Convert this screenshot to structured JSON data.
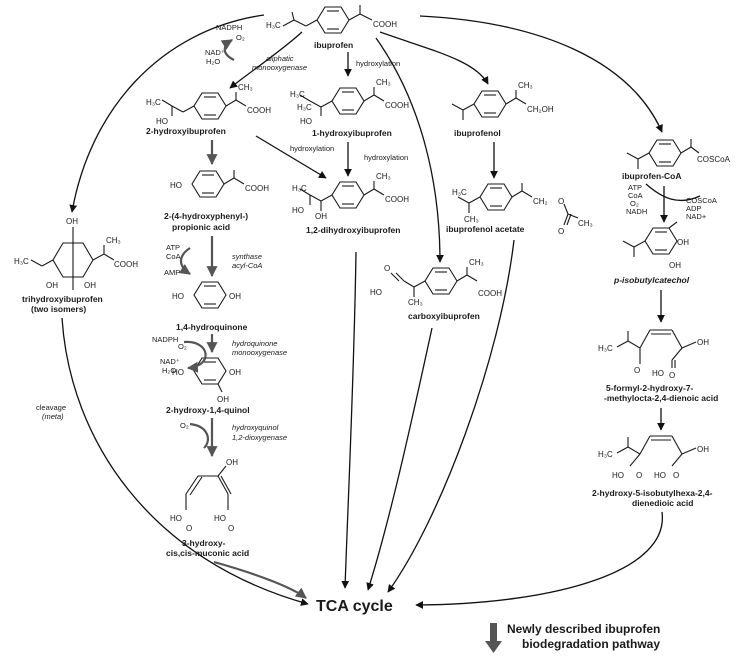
{
  "compounds": {
    "ibuprofen": "ibuprofen",
    "hydroxy2": "2-hydroxyibuprofen",
    "hydroxy1": "1-hydroxyibuprofen",
    "dihydroxy": "1,2-dihydroxyibuprofen",
    "ibuprofenol": "ibuprofenol",
    "ibuprofenol_acetate": "ibuprofenol acetate",
    "carboxy": "carboxyibuprofen",
    "coa": "ibuprofen-CoA",
    "catechol": "p-isobutylcatechol",
    "formyl_1": "5-formyl-2-hydroxy-7-",
    "formyl_2": "-methylocta-2,4-dienoic acid",
    "hexa_1": "2-hydroxy-5-isobutylhexa-2,4-",
    "hexa_2": "dienedioic acid",
    "trihydroxy_1": "trihydroxyibuprofen",
    "trihydroxy_2": "(two isomers)",
    "hpp_1": "2-(4-hydroxyphenyl-)",
    "hpp_2": "propionic acid",
    "hydroquinone": "1,4-hydroquinone",
    "quinol": "2-hydroxy-1,4-quinol",
    "muconic_1": "3-hydroxy-",
    "muconic_2": "cis,cis-muconic acid"
  },
  "reactions": {
    "hydroxylation_1": "hydroxylation",
    "hydroxylation_2": "hydroxylation",
    "hydroxylation_3": "hydroxylation",
    "aliphatic_1": "aliphatic",
    "aliphatic_2": "monooxygenase",
    "synthase_1": "synthase",
    "synthase_2": "acyl-CoA",
    "hq_1": "hydroquinone",
    "hq_2": "monooxygenase",
    "hqd_1": "hydroxyquinol",
    "hqd_2": "1,2-dioxygenase",
    "cleavage": "cleavage",
    "meta": "(meta)"
  },
  "cofactors": {
    "nadph_a": "NADPH",
    "o2_a": "O₂",
    "nad_a": "NAD⁺",
    "h2o_a": "H₂O",
    "atp_b": "ATP",
    "coa_b": "CoA",
    "amp_b": "AMP",
    "nadph_c": "NADPH",
    "o2_c": "O₂",
    "nad_c": "NAD⁺",
    "h2o_c": "H₂O",
    "o2_d": "O₂",
    "atp_e": "ATP",
    "coa_e": "CoA",
    "o2_e": "O₂",
    "nadh_e": "NADH",
    "coscoa_e": "COSCoA",
    "adp_e": "ADP",
    "nadp_e": "NAD+"
  },
  "groups": {
    "cooh": "COOH",
    "coscoa": "COSCoA",
    "ch3": "CH₃",
    "h3c": "H₃C",
    "ho": "HO",
    "oh": "OH",
    "o": "O",
    "ch2oh": "CH₂OH",
    "ch2": "CH₂"
  },
  "sink": "TCA cycle",
  "legend": {
    "line1": "Newly described ibuprofen",
    "line2": "biodegradation pathway"
  },
  "colors": {
    "known_path": "#111111",
    "new_path": "#555555"
  }
}
